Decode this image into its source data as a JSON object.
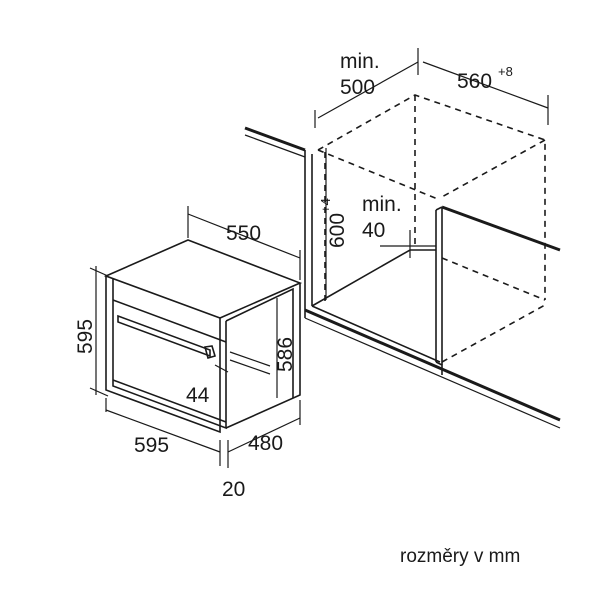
{
  "dimensions": {
    "oven_height": "595",
    "oven_width": "595",
    "oven_top_depth": "550",
    "oven_inner_height": "586",
    "handle_offset": "44",
    "oven_body_depth": "480",
    "front_panel": "20",
    "niche_height_main": "600",
    "niche_height_tolerance": "+4",
    "niche_width_main": "560",
    "niche_width_tolerance": "+8",
    "niche_depth_min_label": "min.",
    "niche_depth_min_value": "500",
    "back_gap_min_label": "min.",
    "back_gap_min_value": "40"
  },
  "footer_note": "rozměry v mm"
}
